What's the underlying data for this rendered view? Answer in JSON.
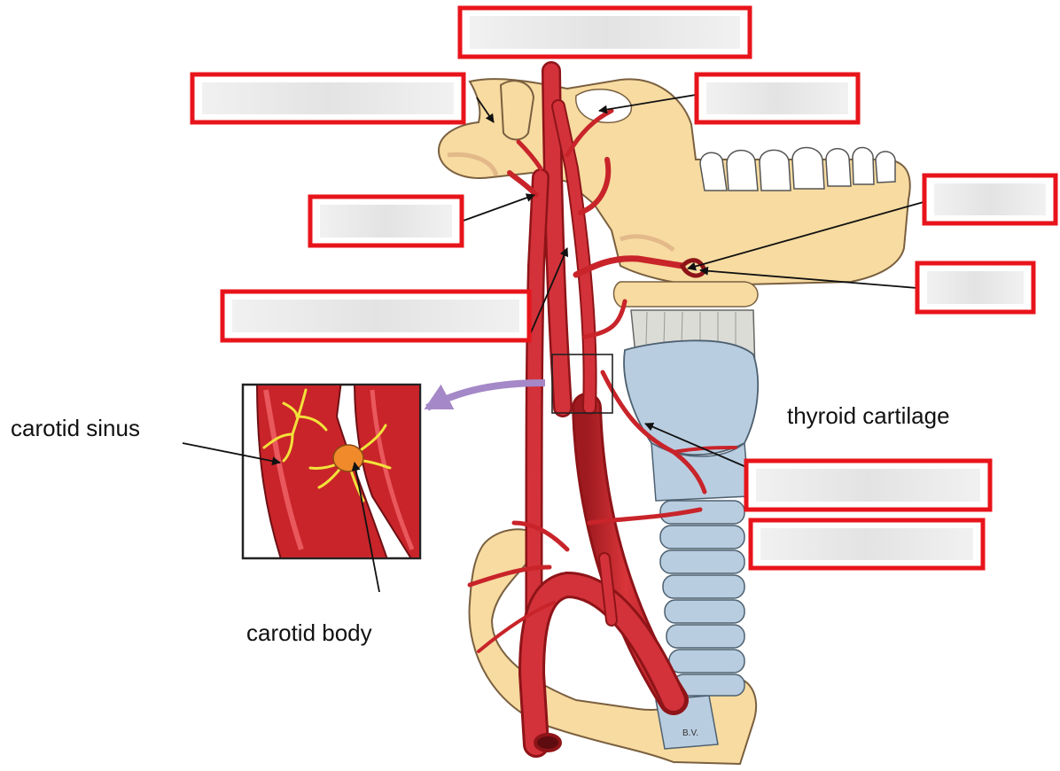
{
  "labels": {
    "carotid_sinus": "carotid sinus",
    "carotid_body": "carotid body",
    "thyroid_cartilage": "thyroid cartilage",
    "signature": "B.V."
  },
  "blank_label_boxes": [
    {
      "id": "box-top-center",
      "value": ""
    },
    {
      "id": "box-upper-left",
      "value": ""
    },
    {
      "id": "box-upper-right",
      "value": ""
    },
    {
      "id": "box-mid-left",
      "value": ""
    },
    {
      "id": "box-right-1",
      "value": ""
    },
    {
      "id": "box-lower-left",
      "value": ""
    },
    {
      "id": "box-right-2",
      "value": ""
    },
    {
      "id": "box-right-3",
      "value": ""
    },
    {
      "id": "box-right-4",
      "value": ""
    }
  ],
  "colors": {
    "label_box_border": "#e8141b",
    "artery": "#c8242a",
    "artery_dark": "#8e1418",
    "bone": "#f7dba0",
    "bone_outline": "#7a6040",
    "cartilage": "#b9cde0",
    "nerve": "#f2e23a",
    "carotid_body": "#f08a2a",
    "arrow_purple": "#a588c7"
  }
}
